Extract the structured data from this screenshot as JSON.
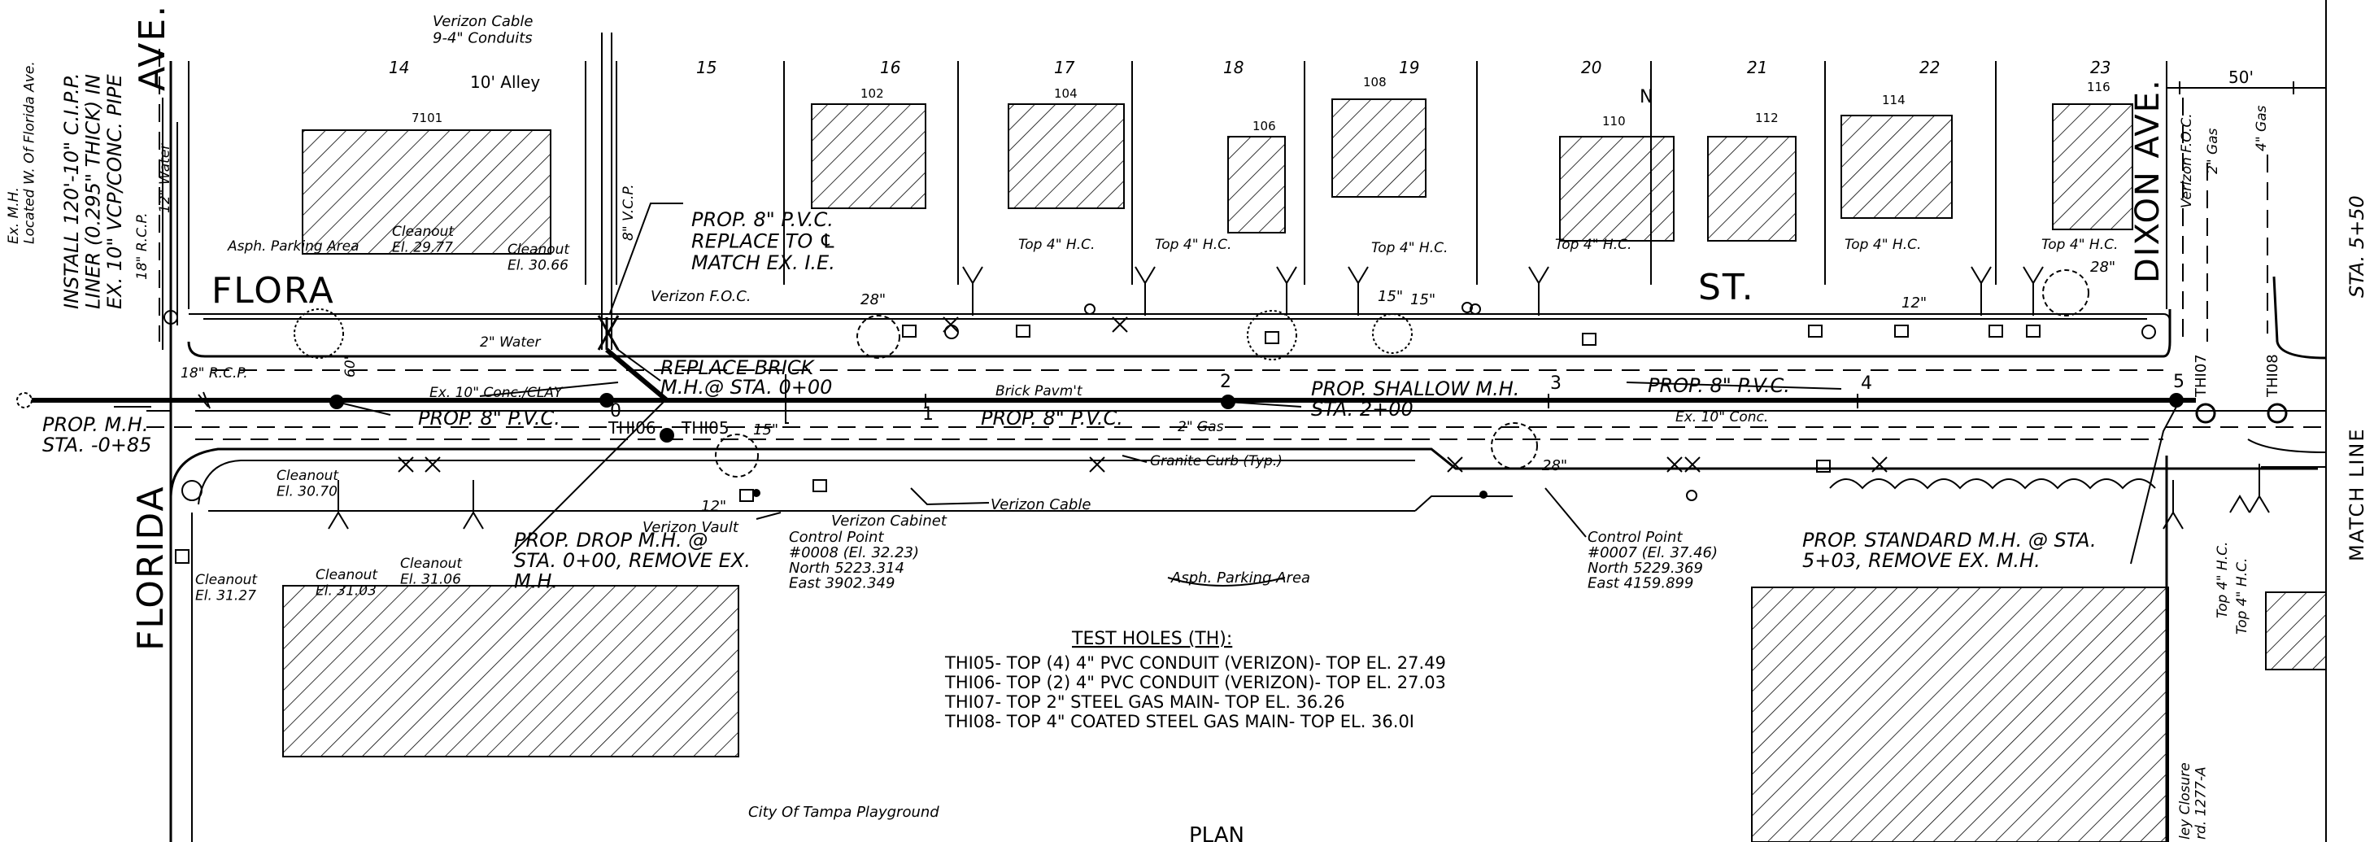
{
  "streets": {
    "florida_ave_top": "AVE.",
    "flora": "FLORA",
    "st": "ST.",
    "dixon_ave": "DIXON AVE.",
    "florida_bottom": "FLORIDA",
    "match_line": "MATCH LINE",
    "sta_550": "STA. 5+50"
  },
  "lots": [
    "14",
    "15",
    "16",
    "17",
    "18",
    "19",
    "20",
    "21",
    "22",
    "23"
  ],
  "house_numbers": [
    "7101",
    "102",
    "104",
    "106",
    "108",
    "110",
    "112",
    "114",
    "116"
  ],
  "stations": [
    "0",
    "1",
    "2",
    "3",
    "4",
    "5"
  ],
  "dims": {
    "alley": "10' Alley",
    "width_50": "50'"
  },
  "north_arrow": "N",
  "annotations": {
    "verizon_cable_conduits": "Verizon Cable\n9-4\" Conduits",
    "ex_mh": "Ex. M.H.\nLocated W. Of Florida Ave.",
    "cipp": "INSTALL 120'-10\" C.I.P.P.\nLINER (0.295\" THICK) IN\nEX. 10\" VCP/CONC. PIPE",
    "water_12": "12\" Water",
    "rcp_18": "18\" R.C.P.",
    "asph_parking_area_top": "Asph. Parking Area",
    "cleanout_2977": "Cleanout\nEl. 29.77",
    "cleanout_3066": "Cleanout\nEl. 30.66",
    "vcp_8": "8\" V.C.P.",
    "prop_pvc_replace": "PROP. 8\" P.V.C.\nREPLACE TO ℄\nMATCH EX. I.E.",
    "verizon_foc_top": "Verizon F.O.C.",
    "water_2": "2\" Water",
    "rcp_18_b": "18\" R.C.P.",
    "ex_10_conc_clay": "Ex. 10\" Conc./CLAY",
    "replace_brick": "REPLACE BRICK\nM.H.@ STA. 0+00",
    "prop_pvc_a": "PROP. 8\" P.V.C.",
    "prop_pvc_b": "PROP. 8\" P.V.C.",
    "prop_pvc_c": "PROP. 8\" P.V.C.",
    "brick_pavmt": "Brick Pavm't",
    "gas_2": "2\" Gas",
    "prop_shallow_mh": "PROP. SHALLOW M.H.\nSTA. 2+00",
    "ex_10_conc": "Ex. 10\" Conc.",
    "granite_curb": "Granite Curb (Typ.)",
    "verizon_cable": "Verizon Cable",
    "verizon_cabinet": "Verizon Cabinet",
    "verizon_vault": "Verizon Vault",
    "control_0008": "Control Point\n#0008 (El. 32.23)\nNorth 5223.314\nEast 3902.349",
    "control_0007": "Control Point\n#0007 (El. 37.46)\nNorth 5229.369\nEast 4159.899",
    "prop_mh_neg": "PROP. M.H.\nSTA. -0+85",
    "cleanout_3070": "Cleanout\nEl. 30.70",
    "cleanout_3106": "Cleanout\nEl. 31.06",
    "cleanout_3103": "Cleanout\nEl. 31.03",
    "cleanout_3127": "Cleanout\nEl. 31.27",
    "prop_drop_mh": "PROP. DROP M.H. @\nSTA. 0+00, REMOVE EX.\nM.H.",
    "asph_parking_area_bottom": "Asph. Parking Area",
    "prop_standard_mh": "PROP. STANDARD M.H. @ STA.\n5+03, REMOVE EX. M.H.",
    "top_hc_1": "Top 4\" H.C.",
    "top_hc_2": "Top 4\" H.C.",
    "top_hc_3": "Top 4\" H.C.",
    "top_hc_4": "Top 4\" H.C.",
    "top_hc_5": "Top 4\" H.C.",
    "top_hc_6": "Top 4\" H.C.",
    "top_hc_v1": "Top 4\" H.C.",
    "top_hc_v2": "Top 4\" H.C.",
    "verizon_foc_v": "Verizon F.O.C.",
    "gas_2_v": "2\" Gas",
    "gas_4_v": "4\" Gas",
    "alley_closure": "ley Closure\nrd. 1277-A",
    "tree_28_a": "28\"",
    "tree_28_b": "28\"",
    "tree_28_c": "28\"",
    "tree_15_a": "15\"",
    "tree_15_b": "15\"",
    "tree_12_a": "12\"",
    "tree_12_b": "12\"",
    "tree_15_c": "15\"",
    "dim_60": "60'",
    "city_playground": "City Of Tampa Playground",
    "plan": "PLAN"
  },
  "test_holes": {
    "title": "TEST HOLES (TH):",
    "lines": [
      "THI05- TOP (4) 4\" PVC CONDUIT (VERIZON)- TOP EL. 27.49",
      "THI06- TOP (2) 4\" PVC CONDUIT (VERIZON)- TOP EL. 27.03",
      "THI07- TOP 2\" STEEL GAS MAIN- TOP EL. 36.26",
      "THI08- TOP 4\" COATED STEEL GAS MAIN- TOP EL. 36.0I"
    ]
  },
  "test_hole_tags": [
    "THI05",
    "THI06",
    "THI07",
    "THI08"
  ]
}
